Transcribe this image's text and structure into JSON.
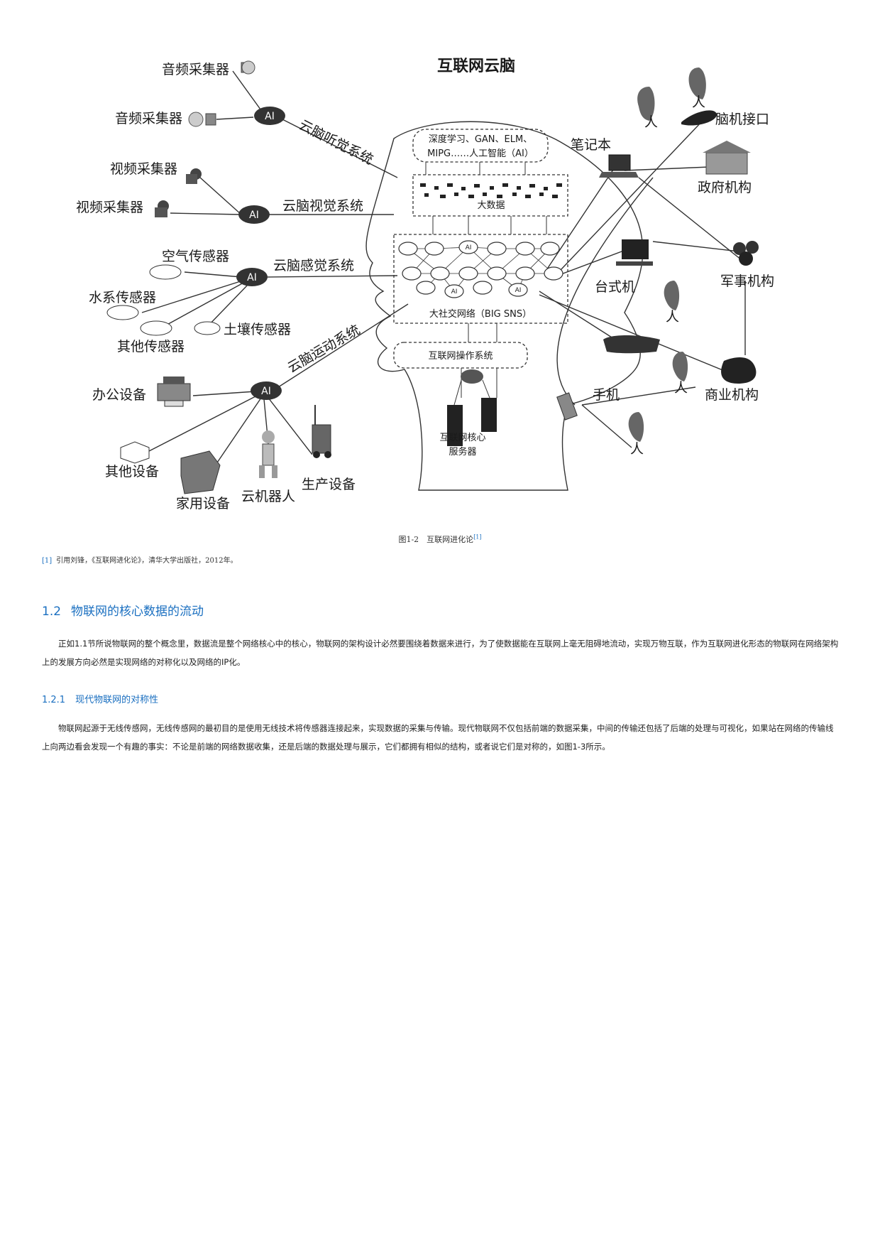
{
  "figure": {
    "title": "互联网云脑",
    "ai_label": "AI",
    "sensors": {
      "audio_1": "音频采集器",
      "audio_2": "音频采集器",
      "video_1": "视频采集器",
      "video_2": "视频采集器",
      "air": "空气传感器",
      "water": "水系传感器",
      "soil": "土壤传感器",
      "other": "其他传感器"
    },
    "devices": {
      "office": "办公设备",
      "other": "其他设备",
      "home": "家用设备",
      "robot": "云机器人",
      "production": "生产设备"
    },
    "systems": {
      "hearing": "云脑听觉系统",
      "vision": "云脑视觉系统",
      "sensation": "云脑感觉系统",
      "motion": "云脑运动系统"
    },
    "brain": {
      "deep_learning_1": "深度学习、GAN、ELM、",
      "deep_learning_2": "MIPG……人工智能（AI）",
      "big_data": "大数据",
      "big_sns": "大社交网络（BIG SNS）",
      "os": "互联网操作系统",
      "core_server_1": "互联网核心",
      "core_server_2": "服务器"
    },
    "right": {
      "laptop": "笔记本",
      "bci": "脑机接口",
      "government": "政府机构",
      "desktop": "台式机",
      "military": "军事机构",
      "phone": "手机",
      "business": "商业机构",
      "person": "人"
    }
  },
  "caption": {
    "text": "图1-2　互联网进化论",
    "ref": "[1]"
  },
  "footnote": {
    "ref": "[1]",
    "text": "引用刘锋，《互联网进化论》，清华大学出版社，2012年。"
  },
  "section": {
    "number": "1.2",
    "title": "物联网的核心数据的流动",
    "paragraph": "正如1.1节所说物联网的整个概念里，数据流是整个网络核心中的核心，物联网的架构设计必然要围绕着数据来进行，为了使数据能在互联网上毫无阻碍地流动，实现万物互联，作为互联网进化形态的物联网在网络架构上的发展方向必然是实现网络的对称化以及网络的IP化。"
  },
  "subsection": {
    "number": "1.2.1",
    "title": "现代物联网的对称性",
    "paragraph": "物联网起源于无线传感网，无线传感网的最初目的是使用无线技术将传感器连接起来，实现数据的采集与传输。现代物联网不仅包括前端的数据采集，中间的传输还包括了后端的处理与可视化，如果站在网络的传输线上向两边看会发现一个有趣的事实：不论是前端的网络数据收集，还是后端的数据处理与展示，它们都拥有相似的结构，或者说它们是对称的，如图1-3所示。"
  }
}
